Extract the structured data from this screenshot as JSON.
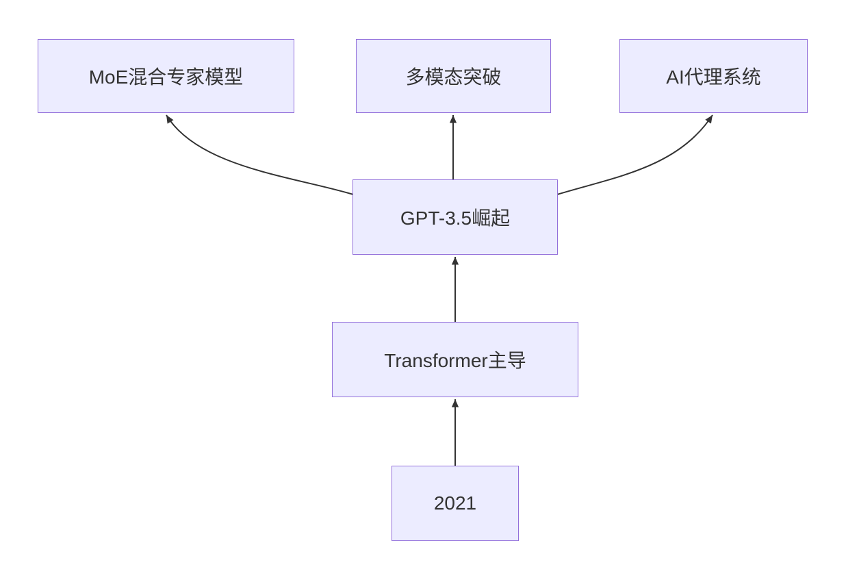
{
  "diagram": {
    "type": "flowchart",
    "direction": "bottom-to-top",
    "nodes": [
      {
        "id": "y2021",
        "label": "2021"
      },
      {
        "id": "transformer",
        "label": "Transformer主导"
      },
      {
        "id": "gpt35",
        "label": "GPT-3.5崛起"
      },
      {
        "id": "moe",
        "label": "MoE混合专家模型"
      },
      {
        "id": "multimodal",
        "label": "多模态突破"
      },
      {
        "id": "agents",
        "label": "AI代理系统"
      }
    ],
    "edges": [
      {
        "from": "y2021",
        "to": "transformer"
      },
      {
        "from": "transformer",
        "to": "gpt35"
      },
      {
        "from": "gpt35",
        "to": "moe"
      },
      {
        "from": "gpt35",
        "to": "multimodal"
      },
      {
        "from": "gpt35",
        "to": "agents"
      }
    ],
    "colors": {
      "node_fill": "#ECECFF",
      "node_border": "#9370DB",
      "edge": "#333333",
      "text": "#333333",
      "background": "#FFFFFF"
    }
  }
}
